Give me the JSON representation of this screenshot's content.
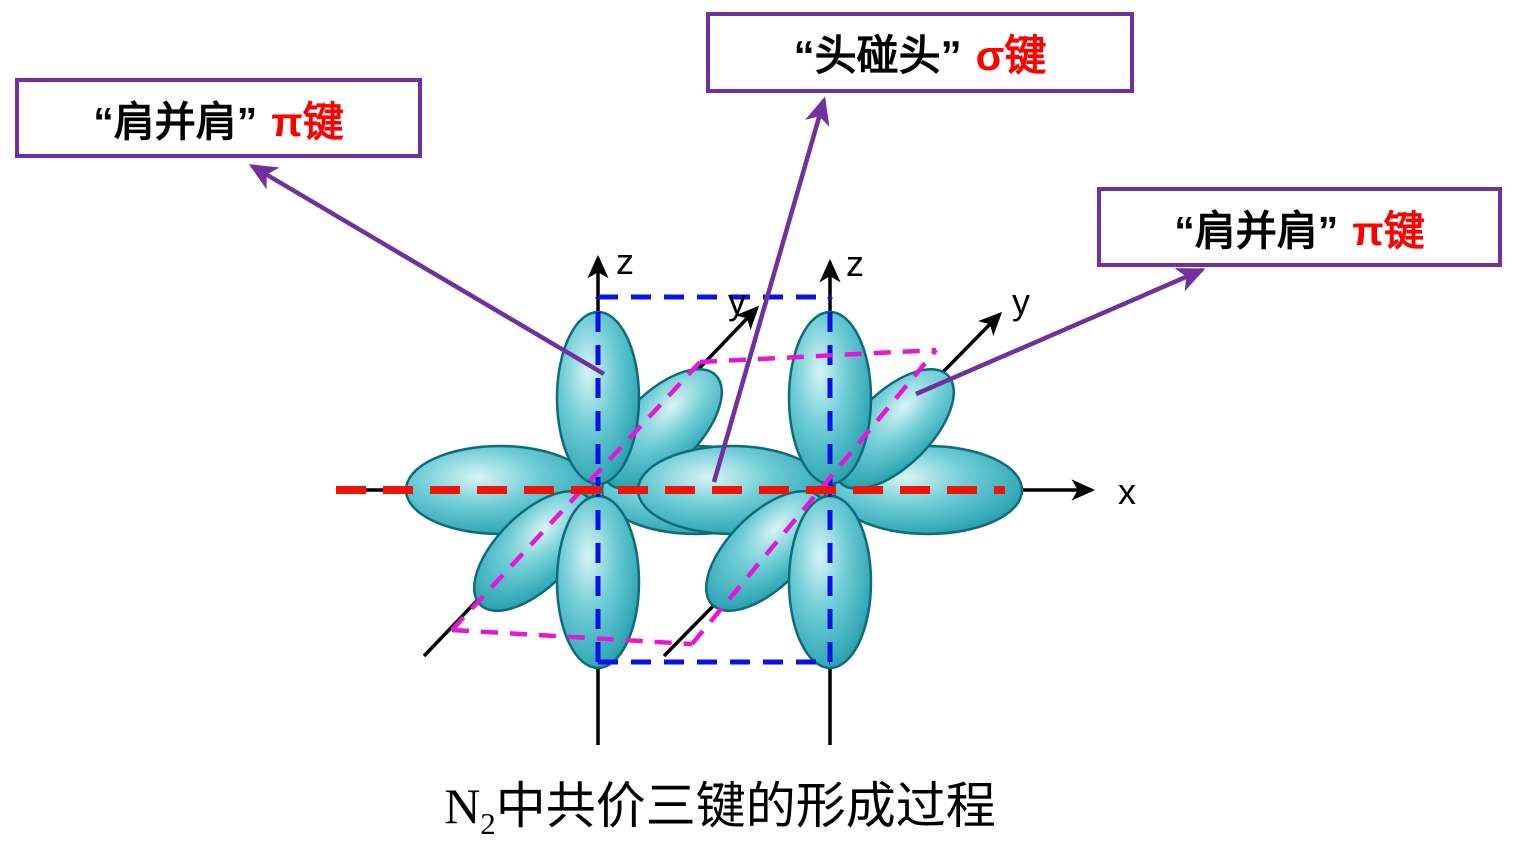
{
  "colors": {
    "purple": "#7030a0",
    "bond_red": "#ff0000",
    "orbital_teal": "#45bac7",
    "orbital_stroke": "#0e6b7a",
    "dashed_blue": "#0a10e8",
    "dashed_magenta": "#e616d6",
    "dashed_red": "#ee1408",
    "axis_black": "#000000",
    "box_bg": "#ffffff"
  },
  "callouts": {
    "pi_left": {
      "quoted": "“肩并肩”",
      "bond": "π键"
    },
    "sigma_top": {
      "quoted": "“头碰头”",
      "bond": "σ键"
    },
    "pi_right": {
      "quoted": "“肩并肩”",
      "bond": "π键"
    }
  },
  "axis_labels": {
    "z_left": "z",
    "z_right": "z",
    "y_left": "y",
    "y_right": "y",
    "x": "x"
  },
  "caption": {
    "element": "N",
    "subscript": "2",
    "text": "中共价三键的形成过程"
  }
}
